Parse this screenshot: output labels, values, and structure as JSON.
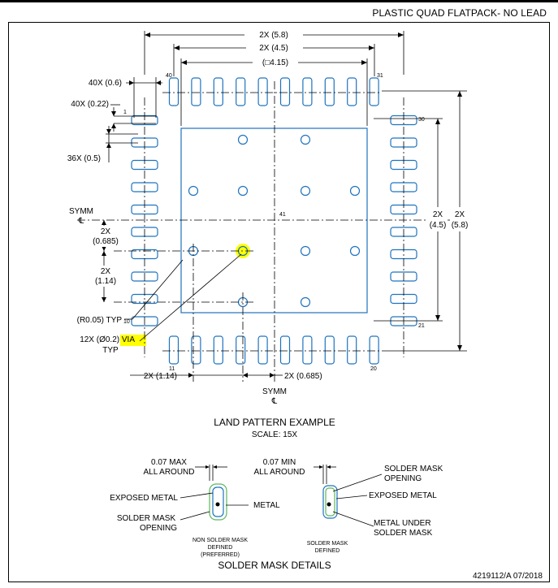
{
  "header": {
    "title": "PLASTIC QUAD FLATPACK- NO LEAD"
  },
  "dims": {
    "top_58": "2X (5.8)",
    "top_45": "2X (4.5)",
    "top_415": "(□4.15)",
    "pad_w": "40X (0.6)",
    "pad_h": "40X (0.22)",
    "pitch": "36X (0.5)",
    "right_2x_a": "2X",
    "right_45": "(4.5)",
    "right_2x_b": "2X",
    "right_58": "(5.8)",
    "symm": "SYMM",
    "cl": "℄",
    "left_2x_a": "2X",
    "left_0685": "(0.685)",
    "left_2x_b": "2X",
    "left_114": "(1.14)",
    "r005": "(R0.05) TYP",
    "via": "12X (Ø0.2) VIA",
    "via_typ": "TYP",
    "bot_114": "2X (1.14)",
    "bot_0685": "2X (0.685)",
    "bot_symm": "SYMM",
    "bot_cl": "℄"
  },
  "pins": {
    "p1": "1",
    "p10": "10",
    "p11": "11",
    "p20": "20",
    "p21": "21",
    "p30": "30",
    "p31": "31",
    "p40": "40",
    "p41": "41"
  },
  "land_pattern": {
    "title": "LAND PATTERN EXAMPLE",
    "scale": "SCALE: 15X"
  },
  "details": {
    "left_max": "0.07 MAX",
    "left_around": "ALL AROUND",
    "exposed_metal": "EXPOSED METAL",
    "metal": "METAL",
    "solder_mask": "SOLDER MASK",
    "opening": "OPENING",
    "nsmd_1": "NON SOLDER MASK",
    "nsmd_2": "DEFINED",
    "nsmd_3": "(PREFERRED)",
    "right_min": "0.07 MIN",
    "right_around": "ALL AROUND",
    "sm_opening_1": "SOLDER MASK",
    "sm_opening_2": "OPENING",
    "exposed_metal_r": "EXPOSED METAL",
    "metal_under_1": "METAL UNDER",
    "metal_under_2": "SOLDER MASK",
    "smd_1": "SOLDER MASK",
    "smd_2": "DEFINED",
    "title": "SOLDER MASK DETAILS"
  },
  "footer": {
    "doc": "4219112/A  07/2018"
  },
  "colors": {
    "pad": "#1e73be",
    "highlight": "#ffff00",
    "mask": "#5cb85c"
  }
}
